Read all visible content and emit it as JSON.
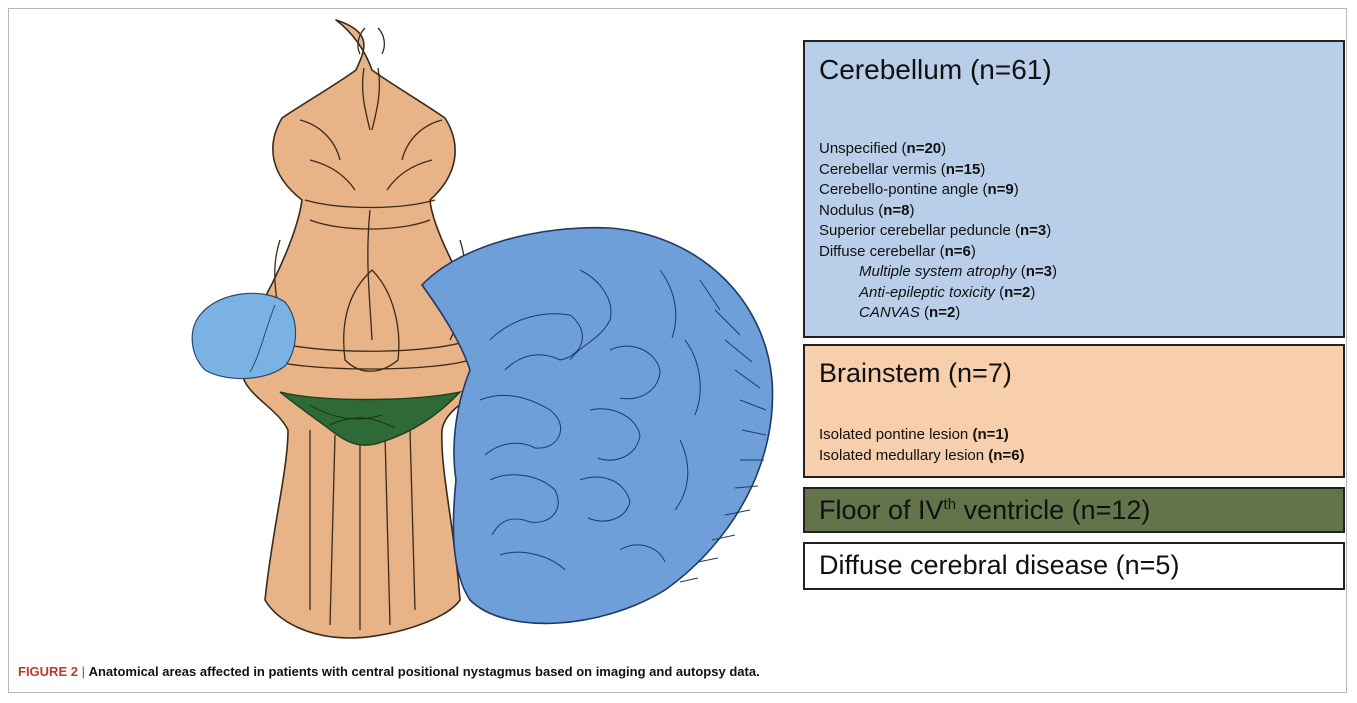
{
  "cerebellum": {
    "title": "Cerebellum  (n=61)",
    "items": [
      {
        "label": "Unspecified ",
        "count": "n=20",
        "italic": false,
        "indent": false
      },
      {
        "label": "Cerebellar vermis  ",
        "count": "n=15",
        "italic": false,
        "indent": false
      },
      {
        "label": "Cerebello-pontine angle ",
        "count": "n=9",
        "italic": false,
        "indent": false
      },
      {
        "label": "Nodulus ",
        "count": "n=8",
        "italic": false,
        "indent": false
      },
      {
        "label": "Superior cerebellar peduncle ",
        "count": "n=3",
        "italic": false,
        "indent": false
      },
      {
        "label": "Diffuse cerebellar ",
        "count": "n=6",
        "italic": false,
        "indent": false
      },
      {
        "label": "Multiple system atrophy ",
        "count": "n=3",
        "italic": true,
        "indent": true
      },
      {
        "label": "Anti-epileptic toxicity ",
        "count": "n=2",
        "italic": true,
        "indent": true
      },
      {
        "label": "CANVAS ",
        "count": "n=2",
        "italic": true,
        "indent": true
      }
    ]
  },
  "brainstem": {
    "title": "Brainstem (n=7)",
    "items": [
      {
        "label": "Isolated pontine lesion ",
        "count": "n=1"
      },
      {
        "label": "Isolated medullary lesion ",
        "count": "n=6"
      }
    ]
  },
  "floor": {
    "title_pre": "Floor of IV",
    "title_sup": "th",
    "title_post": " ventricle (n=12)"
  },
  "diffuse": {
    "title": "Diffuse cerebral disease (n=5)"
  },
  "caption": {
    "figure_label": "FIGURE 2",
    "separator": " | ",
    "text": "Anatomical areas affected in patients with central positional nystagmus based on imaging and autopsy data",
    "end": "."
  },
  "colors": {
    "cerebellum_fill": "#b9cfe9",
    "brainstem_fill": "#f7cfac",
    "floor_fill": "#63744a",
    "brainstem_drawing": "#e8b487",
    "cerebellum_drawing": "#6f9fd8",
    "floor_drawing": "#2f6a36",
    "caption_accent": "#c0392b"
  }
}
